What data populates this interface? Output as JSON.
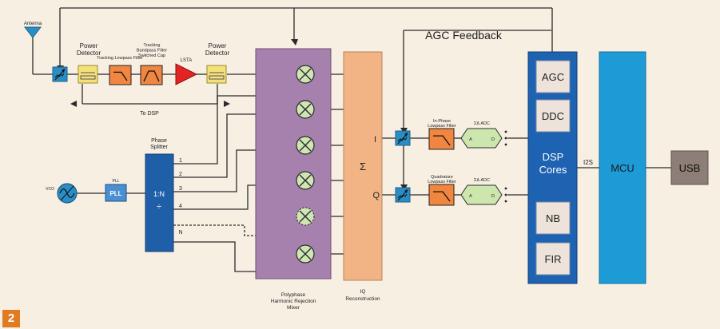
{
  "figure_number": "2",
  "labels": {
    "antenna": "Antenna",
    "power_detector_1": [
      "Power",
      "Detector"
    ],
    "tracking_lowpass": "Tracking Lowpass Filter",
    "tracking_bandpass": [
      "Tracking",
      "Bandpass Filter",
      "Switched Cap"
    ],
    "lsta": "LSTA",
    "power_detector_2": [
      "Power",
      "Detector"
    ],
    "to_dsp": "To DSP",
    "agc_feedback": "AGC Feedback",
    "phase_splitter": [
      "Phase",
      "Splitter"
    ],
    "splitter_ratio": "1:N",
    "splitter_div": "÷",
    "outputs": [
      "1",
      "2",
      "3",
      "4",
      "N"
    ],
    "vco": "VCO",
    "pll_top": "PLL",
    "pll_box": "PLL",
    "mixer_caption": [
      "Polyphase",
      "Harmonic Rejection",
      "Mixer"
    ],
    "sigma": "Σ",
    "iq_caption": [
      "IQ",
      "Reconstruction"
    ],
    "i_label": "I",
    "q_label": "Q",
    "inphase_filter": [
      "In-Phase",
      "Lowpass Filter"
    ],
    "quad_filter": [
      "Quadrature",
      "Lowpass Filter"
    ],
    "adc_1": "ΣΔ ADC",
    "adc_2": "ΣΔ ADC",
    "adc_in": "A",
    "adc_out": "D",
    "dsp_blocks": [
      "AGC",
      "DDC",
      "NB",
      "FIR"
    ],
    "dsp_cores": [
      "DSP",
      "Cores"
    ],
    "i2s": "I2S",
    "mcu": "MCU",
    "usb": "USB"
  },
  "colors": {
    "background": "#f8efe3",
    "line": "#2b2b2b",
    "attenuator": "#2a8ec5",
    "detector": "#f4e17a",
    "filter": "#f0863f",
    "amplifier": "#e22424",
    "splitter": "#1f5fa8",
    "pll": "#4a8fd1",
    "mixer_panel": "#a681ad",
    "mixer_cell": "#cfe5b3",
    "iq_panel": "#f2b484",
    "dsp_panel": "#1e62b2",
    "dsp_block": "#ede3db",
    "mcu": "#1d9bd6",
    "usb": "#8d7e77",
    "adc": "#cde6ae",
    "badge": "#e07b22"
  }
}
